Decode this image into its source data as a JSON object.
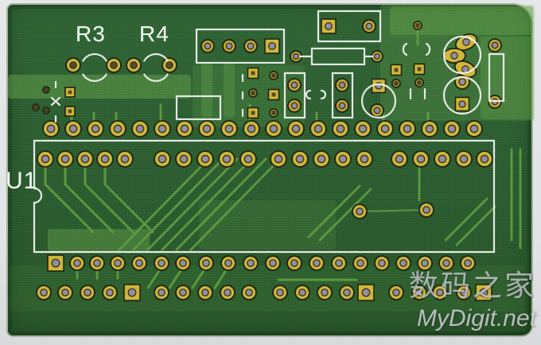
{
  "labels": {
    "u1": "U1",
    "r3": "R3",
    "r4": "R4"
  },
  "watermark": {
    "line1": "数码之家",
    "line2": "MyDigit.net"
  },
  "colors": {
    "page_bg": "#e4e5e7",
    "board": "#2b5c2f",
    "board_edge": "#a7b6a2",
    "pour": "#63a24a",
    "trace": "#5f9f40",
    "silk": "#eef3ee",
    "pad_ring": "#1c2210",
    "pad_gold": "#c9ab33",
    "pad_gold_bright": "#d2b838",
    "pad_hole_gray": "#948ea3",
    "pad_hole_dark": "#564a28",
    "watermark_gray": "#c9cbcf"
  },
  "pcb": {
    "pours": [
      [
        10,
        94,
        230,
        30,
        0.5
      ],
      [
        478,
        6,
        194,
        146,
        0.28
      ],
      [
        490,
        8,
        180,
        36,
        0.45
      ],
      [
        604,
        46,
        66,
        104,
        0.35
      ],
      [
        242,
        82,
        140,
        78,
        0.22
      ],
      [
        253,
        78,
        14,
        70,
        0.35
      ],
      [
        281,
        78,
        14,
        70,
        0.35
      ],
      [
        60,
        288,
        128,
        28,
        0.45
      ],
      [
        250,
        252,
        172,
        62,
        0.18
      ],
      [
        12,
        334,
        648,
        58,
        0.1
      ]
    ],
    "traces": [
      [
        150,
        314,
        262,
        200,
        3
      ],
      [
        168,
        314,
        280,
        200,
        3
      ],
      [
        186,
        314,
        298,
        200,
        3
      ],
      [
        204,
        314,
        316,
        200,
        3
      ],
      [
        222,
        314,
        334,
        200,
        3
      ],
      [
        240,
        314,
        352,
        200,
        3
      ],
      [
        57,
        205,
        57,
        232,
        3
      ],
      [
        82,
        205,
        82,
        232,
        3
      ],
      [
        107,
        205,
        107,
        232,
        3
      ],
      [
        132,
        205,
        132,
        232,
        3
      ],
      [
        57,
        232,
        117,
        292,
        3
      ],
      [
        82,
        232,
        142,
        292,
        3
      ],
      [
        107,
        232,
        167,
        292,
        3
      ],
      [
        132,
        232,
        192,
        292,
        3
      ],
      [
        388,
        298,
        452,
        234,
        3
      ],
      [
        402,
        302,
        466,
        238,
        3
      ],
      [
        560,
        302,
        612,
        250,
        3
      ],
      [
        574,
        308,
        622,
        260,
        3
      ],
      [
        452,
        266,
        536,
        264,
        2
      ],
      [
        527,
        252,
        527,
        206,
        3
      ],
      [
        643,
        188,
        643,
        302,
        3
      ],
      [
        654,
        188,
        654,
        312,
        3
      ],
      [
        203,
        336,
        186,
        362,
        3
      ],
      [
        230,
        336,
        213,
        362,
        3
      ],
      [
        259,
        336,
        242,
        362,
        3
      ],
      [
        287,
        336,
        270,
        362,
        3
      ],
      [
        97,
        336,
        97,
        350,
        3
      ],
      [
        122,
        336,
        122,
        350,
        3
      ],
      [
        148,
        336,
        148,
        350,
        3
      ],
      [
        350,
        352,
        448,
        352,
        3
      ],
      [
        90,
        160,
        90,
        142,
        3
      ],
      [
        118,
        160,
        118,
        142,
        3
      ],
      [
        146,
        160,
        146,
        142,
        3
      ],
      [
        202,
        160,
        202,
        132,
        3
      ],
      [
        314,
        160,
        314,
        132,
        3
      ],
      [
        398,
        160,
        398,
        142,
        3
      ],
      [
        482,
        160,
        482,
        142,
        3
      ],
      [
        538,
        160,
        538,
        142,
        3
      ],
      [
        525,
        36,
        525,
        56,
        3
      ]
    ],
    "pads_round": [
      [
        64,
        162,
        11,
        1
      ],
      [
        92,
        162,
        11,
        1
      ],
      [
        120,
        162,
        11,
        1
      ],
      [
        148,
        162,
        11,
        1
      ],
      [
        176,
        162,
        11,
        1
      ],
      [
        204,
        162,
        11,
        1
      ],
      [
        232,
        162,
        11,
        1
      ],
      [
        260,
        162,
        11,
        1
      ],
      [
        288,
        162,
        11,
        1
      ],
      [
        316,
        162,
        11,
        1
      ],
      [
        344,
        162,
        11,
        1
      ],
      [
        372,
        162,
        11,
        1
      ],
      [
        400,
        162,
        11,
        1
      ],
      [
        428,
        162,
        11,
        1
      ],
      [
        456,
        162,
        11,
        1
      ],
      [
        484,
        162,
        11,
        1
      ],
      [
        512,
        162,
        11,
        1
      ],
      [
        540,
        162,
        11,
        1
      ],
      [
        568,
        162,
        11,
        1
      ],
      [
        596,
        162,
        11,
        1
      ],
      [
        57,
        200,
        11,
        1
      ],
      [
        82,
        200,
        11,
        1
      ],
      [
        107,
        200,
        11,
        1
      ],
      [
        132,
        200,
        11,
        1
      ],
      [
        157,
        200,
        11,
        1
      ],
      [
        204,
        200,
        11,
        1
      ],
      [
        231,
        200,
        11,
        1
      ],
      [
        258,
        200,
        11,
        1
      ],
      [
        285,
        200,
        11,
        1
      ],
      [
        312,
        200,
        11,
        1
      ],
      [
        350,
        200,
        11,
        1
      ],
      [
        377,
        200,
        11,
        1
      ],
      [
        404,
        200,
        11,
        1
      ],
      [
        431,
        200,
        11,
        1
      ],
      [
        458,
        200,
        11,
        1
      ],
      [
        502,
        200,
        11,
        1
      ],
      [
        529,
        200,
        11,
        1
      ],
      [
        556,
        200,
        11,
        1
      ],
      [
        583,
        200,
        11,
        1
      ],
      [
        609,
        200,
        11,
        1
      ],
      [
        97,
        331,
        10,
        1
      ],
      [
        122,
        331,
        10,
        1
      ],
      [
        148,
        331,
        10,
        1
      ],
      [
        175,
        331,
        10,
        1
      ],
      [
        203,
        331,
        10,
        1
      ],
      [
        230,
        331,
        10,
        1
      ],
      [
        259,
        331,
        10,
        1
      ],
      [
        287,
        331,
        10,
        1
      ],
      [
        315,
        331,
        10,
        1
      ],
      [
        343,
        331,
        10,
        1
      ],
      [
        370,
        331,
        10,
        1
      ],
      [
        398,
        331,
        10,
        1
      ],
      [
        426,
        331,
        10,
        1
      ],
      [
        453,
        331,
        10,
        1
      ],
      [
        480,
        331,
        10,
        1
      ],
      [
        507,
        331,
        10,
        1
      ],
      [
        534,
        331,
        10,
        1
      ],
      [
        561,
        331,
        10,
        1
      ],
      [
        588,
        331,
        10,
        1
      ],
      [
        55,
        368,
        10,
        1
      ],
      [
        82,
        368,
        10,
        1
      ],
      [
        110,
        368,
        10,
        1
      ],
      [
        138,
        368,
        10,
        1
      ],
      [
        203,
        368,
        10,
        1
      ],
      [
        230,
        368,
        10,
        1
      ],
      [
        258,
        368,
        10,
        1
      ],
      [
        286,
        368,
        10,
        1
      ],
      [
        313,
        368,
        10,
        1
      ],
      [
        352,
        368,
        10,
        1
      ],
      [
        380,
        368,
        10,
        1
      ],
      [
        408,
        368,
        10,
        1
      ],
      [
        436,
        368,
        10,
        1
      ],
      [
        498,
        368,
        10,
        1
      ],
      [
        527,
        368,
        10,
        1
      ],
      [
        553,
        368,
        10,
        1
      ],
      [
        583,
        368,
        10,
        1
      ],
      [
        92,
        82,
        10,
        2
      ],
      [
        143,
        82,
        10,
        2
      ],
      [
        168,
        82,
        10,
        2
      ],
      [
        213,
        82,
        10,
        2
      ],
      [
        261,
        58,
        9,
        1
      ],
      [
        288,
        58,
        9,
        1
      ],
      [
        315,
        58,
        9,
        1
      ],
      [
        464,
        33,
        9,
        1
      ],
      [
        370,
        107,
        9,
        1
      ],
      [
        370,
        133,
        9,
        1
      ],
      [
        430,
        107,
        9,
        1
      ],
      [
        430,
        133,
        9,
        1
      ],
      [
        474,
        139,
        9,
        1
      ],
      [
        622,
        57,
        9,
        1
      ],
      [
        622,
        128,
        9,
        1
      ],
      [
        372,
        71,
        8,
        1
      ],
      [
        474,
        71,
        8,
        1
      ],
      [
        581,
        103,
        10,
        1
      ],
      [
        452,
        266,
        10,
        1
      ],
      [
        536,
        264,
        10,
        1
      ],
      [
        498,
        105,
        6,
        2
      ],
      [
        527,
        104,
        6,
        2
      ],
      [
        318,
        117,
        6,
        2
      ],
      [
        344,
        95,
        6,
        2
      ],
      [
        344,
        142,
        6,
        2
      ],
      [
        525,
        32,
        6,
        2
      ],
      [
        45,
        135,
        5,
        2
      ],
      [
        58,
        113,
        5,
        2
      ],
      [
        58,
        139,
        5,
        2
      ]
    ],
    "pads_square": [
      [
        70,
        331,
        20,
        1
      ],
      [
        166,
        368,
        20,
        1
      ],
      [
        460,
        368,
        20,
        1
      ],
      [
        608,
        368,
        20,
        1
      ],
      [
        342,
        58,
        18,
        1
      ],
      [
        413,
        33,
        18,
        1
      ],
      [
        476,
        108,
        17,
        1
      ],
      [
        581,
        131,
        17,
        1
      ],
      [
        318,
        92,
        13,
        2
      ],
      [
        318,
        142,
        13,
        2
      ],
      [
        344,
        119,
        13,
        2
      ],
      [
        498,
        88,
        13,
        2
      ],
      [
        527,
        87,
        13,
        2
      ],
      [
        88,
        116,
        12,
        2
      ],
      [
        88,
        140,
        12,
        2
      ]
    ],
    "pads_oval": [
      [
        586,
        53,
        14,
        9,
        -25
      ],
      [
        571,
        70,
        14,
        9,
        0
      ],
      [
        585,
        87,
        14,
        9,
        25
      ]
    ],
    "silk_rects": [
      [
        247,
        37,
        110,
        42
      ],
      [
        400,
        14,
        78,
        38
      ],
      [
        392,
        61,
        66,
        20
      ],
      [
        358,
        92,
        25,
        56
      ],
      [
        418,
        92,
        25,
        56
      ],
      [
        222,
        121,
        55,
        29
      ],
      [
        615,
        68,
        18,
        59
      ]
    ],
    "silk_circles": [
      [
        476,
        127,
        21
      ],
      [
        581,
        69,
        23
      ],
      [
        581,
        120,
        23
      ]
    ],
    "silk_paths": [
      "M104.3 76.5 A17 17 0 0 1 133.7 76.5",
      "M104.3 93.5 A17 17 0 0 0 133.7 93.5",
      "M181.3 76.5 A17 17 0 0 1 210.7 76.5",
      "M181.3 93.5 A17 17 0 0 0 210.7 93.5",
      "M43 237 L43 177 L621 177 L621 317 L43 317 L43 255 A9 9 0 0 0 43 237",
      "M511 55 A8 8 0 0 0 511 69",
      "M536 55 A8 8 0 0 1 536 69",
      "M390 114 A5 5 0 0 0 390 124",
      "M404 114 A5 5 0 0 1 404 124"
    ],
    "silk_lines": [
      [
        377,
        71,
        392,
        71
      ],
      [
        458,
        71,
        468,
        71
      ],
      [
        516,
        112,
        516,
        124
      ],
      [
        534,
        112,
        534,
        124
      ],
      [
        305,
        94,
        305,
        102
      ],
      [
        305,
        116,
        305,
        124
      ],
      [
        305,
        138,
        305,
        146
      ],
      [
        70,
        103,
        70,
        110
      ],
      [
        70,
        146,
        70,
        153
      ],
      [
        65,
        123,
        75,
        132
      ],
      [
        65,
        132,
        75,
        123
      ]
    ]
  }
}
